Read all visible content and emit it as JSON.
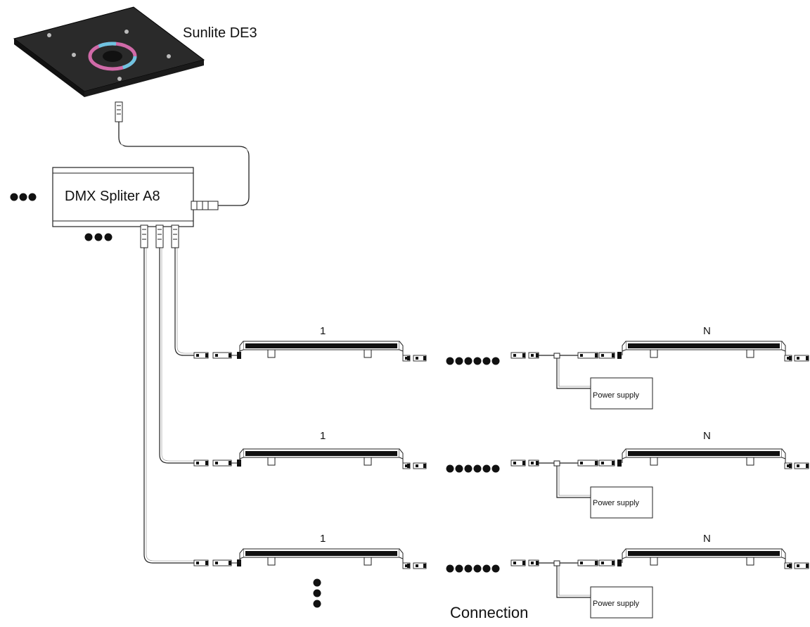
{
  "controller": {
    "label": "Sunlite DE3"
  },
  "splitter": {
    "label": "DMX Spliter A8"
  },
  "lines": [
    {
      "first_label": "1",
      "last_label": "N",
      "power_label": "Power supply"
    },
    {
      "first_label": "1",
      "last_label": "N",
      "power_label": "Power supply"
    },
    {
      "first_label": "1",
      "last_label": "N",
      "power_label": "Power supply"
    }
  ],
  "caption": "Connection",
  "colors": {
    "line": "#222222",
    "body": "#111111",
    "panel": "#2a2a2a"
  }
}
